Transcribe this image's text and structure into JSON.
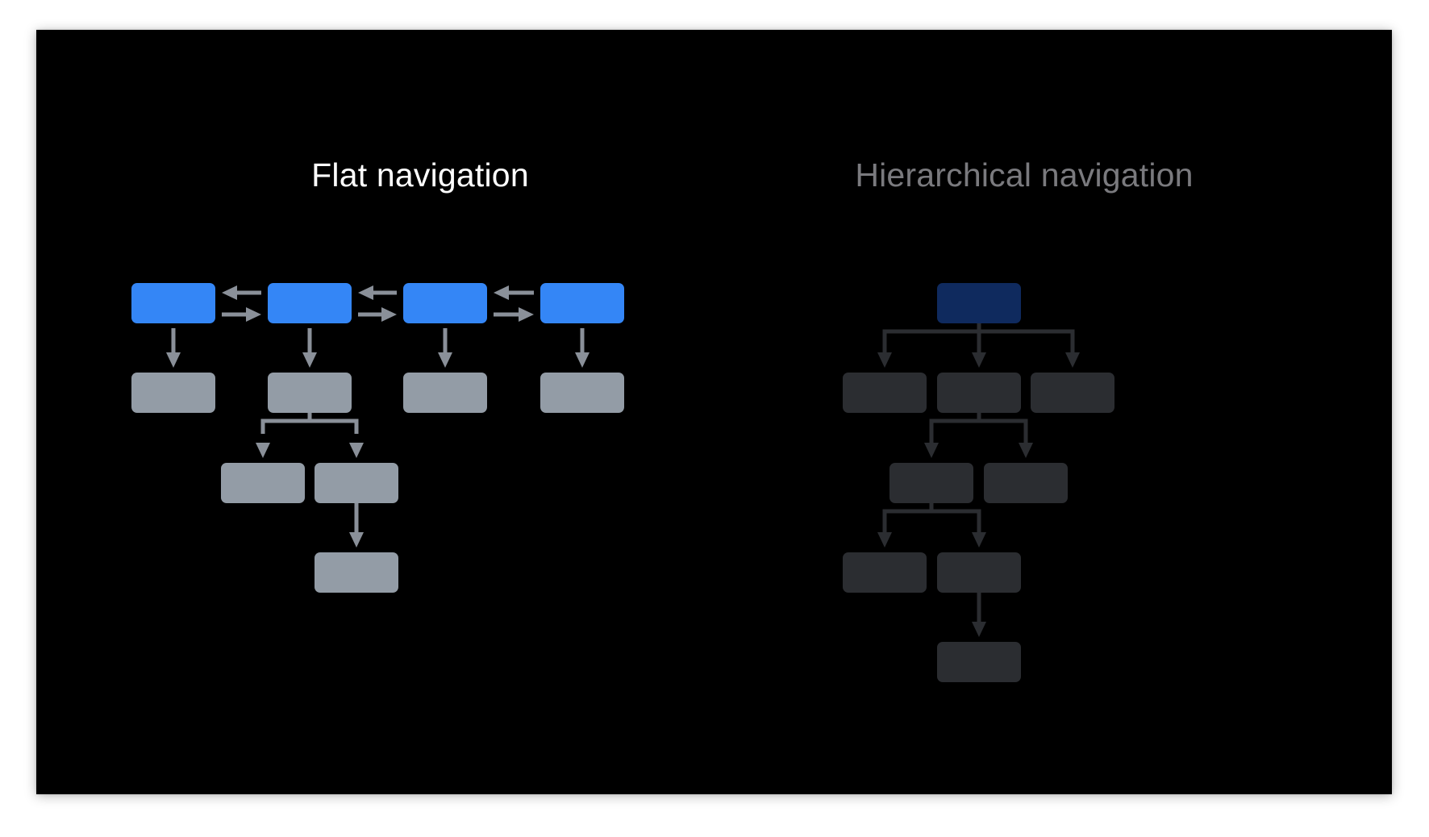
{
  "colors": {
    "background": "#000000",
    "flat_title": "#ffffff",
    "flat_top_node": "#3486f6",
    "flat_child_node": "#939ca6",
    "flat_connector": "#8a9099",
    "hier_title": "#7a7a7e",
    "hier_top_node": "#0f2a5e",
    "hier_child_node": "#2b2d31",
    "hier_connector": "#2b2d31"
  },
  "diagrams": [
    {
      "id": "flat",
      "title": "Flat navigation",
      "top_level_sections": 4,
      "lateral_links": 3,
      "levels": [
        4,
        4,
        2,
        1
      ]
    },
    {
      "id": "hierarchical",
      "title": "Hierarchical navigation",
      "top_level_sections": 1,
      "lateral_links": 0,
      "levels": [
        1,
        3,
        2,
        2,
        1
      ]
    }
  ]
}
